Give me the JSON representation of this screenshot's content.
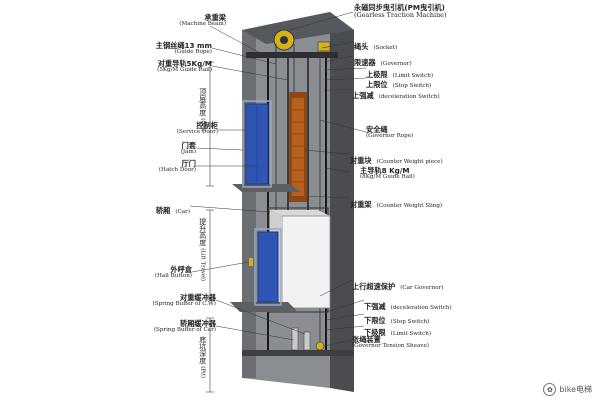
{
  "labels": {
    "machine_beam": {
      "zh": "承重梁",
      "en": "(Machine Beam)"
    },
    "guide_rope": {
      "zh": "主钢丝绳13 mm",
      "en": "(Guide Rope)"
    },
    "guide_rail5": {
      "zh": "对重导轨5Kg/M",
      "en": "(5Kg/M Guide Rail)"
    },
    "service_door": {
      "zh": "控制柜",
      "en": "(Service Door)"
    },
    "jam": {
      "zh": "门套",
      "en": "(Jam)"
    },
    "hatch_door": {
      "zh": "厅门",
      "en": "(Hatch Door)"
    },
    "car": {
      "zh": "轿厢",
      "en": "(Car)"
    },
    "hall_button": {
      "zh": "外呼盒",
      "en": "(Hall Button)"
    },
    "spring_buffer_cw": {
      "zh": "对重缓冲器",
      "en": "(Spring Buffer of C.W)"
    },
    "spring_buffer_car": {
      "zh": "轿厢缓冲器",
      "en": "(Spring Buffer of Car)"
    },
    "traction_machine": {
      "zh": "永磁同步曳引机(PM曳引机)",
      "en": "(Gearless Traction Machine)"
    },
    "socket": {
      "zh": "绳头",
      "en": "(Socket)"
    },
    "governor": {
      "zh": "限速器",
      "en": "(Governor)"
    },
    "limit_switch_top": {
      "zh": "上极限",
      "en": "(Limit Switch)"
    },
    "stop_switch_top": {
      "zh": "上限位",
      "en": "(Stop Switch)"
    },
    "decel_switch_top": {
      "zh": "上强减",
      "en": "(deceleration Switch)"
    },
    "governor_rope": {
      "zh": "安全绳",
      "en": "(Governor Rope)"
    },
    "counter_weight_piece": {
      "zh": "对重块",
      "en": "(Counter Weight piece)"
    },
    "guide_rail8": {
      "zh": "主导轨8 Kg/M",
      "en": "(8Kg/M Guide Rail)"
    },
    "counter_weight_sling": {
      "zh": "对重架",
      "en": "(Counter Weight Sling)"
    },
    "car_governor": {
      "zh": "上行超速保护",
      "en": "(Car Governor)"
    },
    "decel_switch_bottom": {
      "zh": "下强减",
      "en": "(deceleration Switch)"
    },
    "stop_switch_bottom": {
      "zh": "下限位",
      "en": "(Stop Switch)"
    },
    "limit_switch_bottom": {
      "zh": "下极限",
      "en": "(Limit Switch)"
    },
    "tension_sheave": {
      "zh": "张绳装置",
      "en": "(Governor Tension Sheave)"
    },
    "top_floor_height": {
      "zh": "顶层高度",
      "en": "(OH)"
    },
    "lift_travel": {
      "zh": "提升高度",
      "en": "(Lift Travel)"
    },
    "pit_depth": {
      "zh": "底坑深度",
      "en": "(Pit)"
    }
  },
  "watermark": {
    "text": "bike电梯"
  },
  "colors": {
    "shaft_wall": "#6b6e73",
    "shaft_dark": "#4a4c50",
    "door_blue": "#2f56b5",
    "car_white": "#f2f2f2",
    "counterweight": "#b8611f",
    "rail": "#1a1a1a"
  }
}
